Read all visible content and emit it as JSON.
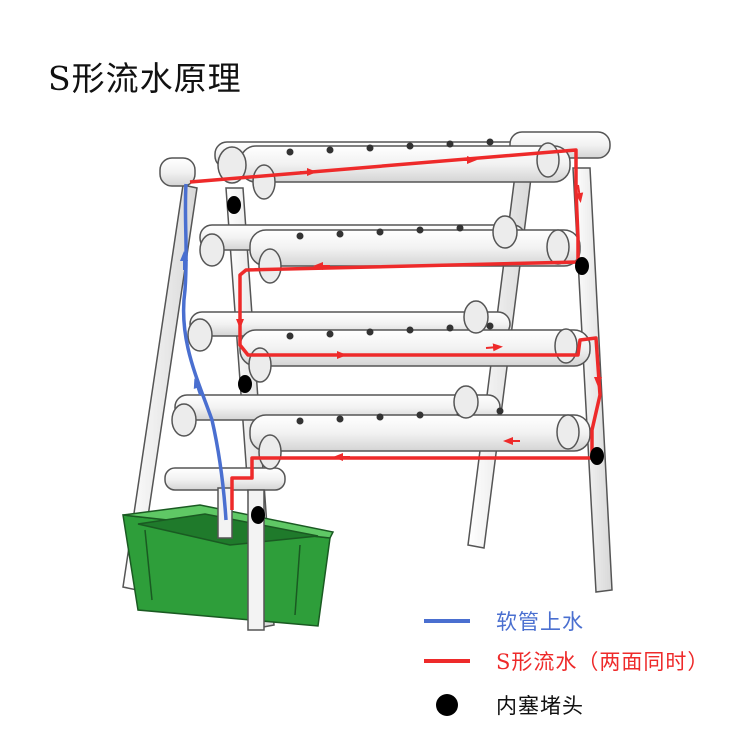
{
  "title": "S形流水原理",
  "colors": {
    "hose": "#4a6fd0",
    "flow": "#ee2a2a",
    "plug": "#000000",
    "tank": "#2e9e3a",
    "pipe": "#f3f3f3",
    "outline": "#555555"
  },
  "legend": [
    {
      "id": "hose",
      "label": "软管上水",
      "color": "#4a6fd0",
      "symbol": "line"
    },
    {
      "id": "flow",
      "label": "S形流水（两面同时）",
      "color": "#ee2a2a",
      "symbol": "line"
    },
    {
      "id": "plug",
      "label": "内塞堵头",
      "color": "#000000",
      "symbol": "dot"
    }
  ]
}
